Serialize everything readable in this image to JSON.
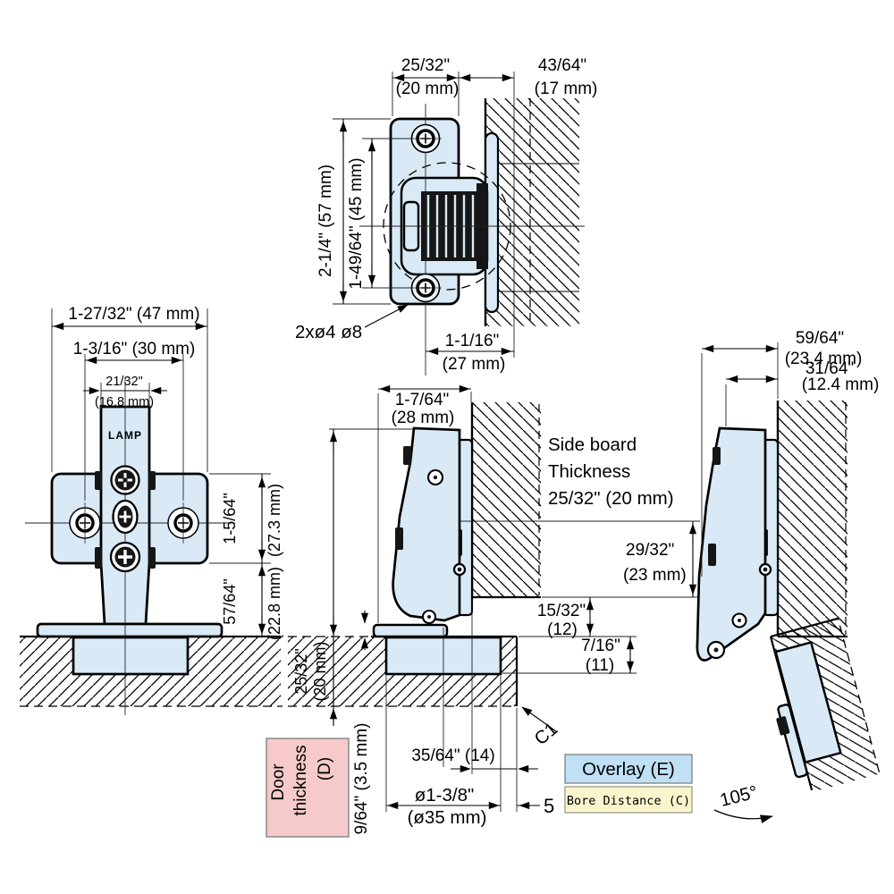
{
  "drawing": {
    "logo": "LAMP",
    "colors": {
      "part_fill": "#d9eaf6",
      "door_box": "#f6caca",
      "overlay_box": "#bfe0f5",
      "bore_box": "#fbf5cd",
      "line": "#000000"
    },
    "top_view": {
      "plate_width_in": "25/32\"",
      "plate_width_mm": "(20 mm)",
      "offset_in": "43/64\"",
      "offset_mm": "(17 mm)",
      "plate_height": "2-1/4\" (57 mm)",
      "hole_pitch": "1-49/64\" (45 mm)",
      "screw_note": "2xø4 ø8",
      "depth_in": "1-1/16\"",
      "depth_mm": "(27 mm)"
    },
    "front_view": {
      "overall_width": "1-27/32\" (47 mm)",
      "screw_pitch": "1-3/16\" (30 mm)",
      "arm_width_in": "21/32\"",
      "arm_width_mm": "(16.8 mm)",
      "plate_height_in": "1-5/64\"",
      "plate_height_mm": "(27.3 mm)",
      "boss_height_in": "57/64\"",
      "boss_height_mm": "(22.8 mm)"
    },
    "side_view": {
      "arm_depth_in": "1-7/64\"",
      "arm_depth_mm": "(28 mm)",
      "side_board_line1": "Side board",
      "side_board_line2": "Thickness",
      "side_board_line3": "25/32\" (20 mm)",
      "screw_line_in": "29/32\"",
      "screw_line_mm": "(23 mm)",
      "reveal_in": "15/32\"",
      "reveal_mm": "(12)",
      "cup_depth_in": "7/16\"",
      "cup_depth_mm": "(11)",
      "door_thick_in": "25/32\"",
      "door_thick_mm": "(20 mm)",
      "flange_height": "9/64\" (3.5 mm)",
      "chamfer": "C1",
      "overlay_dim": "35/64\" (14)",
      "bore_dia_in": "ø1-3/8\"",
      "bore_dia_mm": "(ø35 mm)",
      "bore_distance": "5"
    },
    "open_view": {
      "arm_protrusion_in": "59/64\"",
      "arm_protrusion_mm": "(23.4 mm)",
      "pivot_offset_in": "31/64\"",
      "pivot_offset_mm": "(12.4 mm)",
      "opening_angle": "105°"
    },
    "legend": {
      "door_line1": "Door",
      "door_line2": "thickness",
      "door_line3": "(D)",
      "overlay": "Overlay (E)",
      "bore_distance": "Bore Distance (C)"
    }
  }
}
